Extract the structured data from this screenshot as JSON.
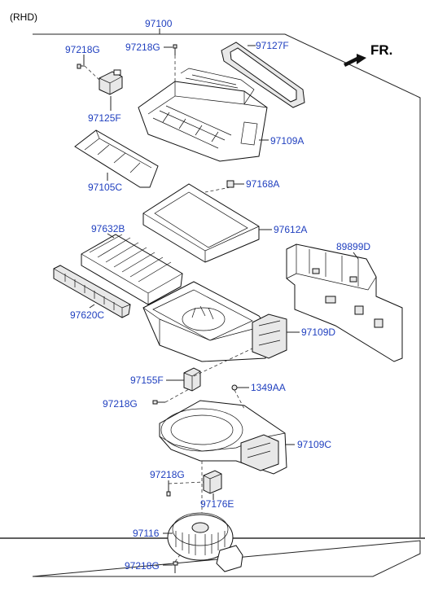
{
  "variant_note": "(RHD)",
  "direction_label": "FR.",
  "parts": {
    "assembly": "97100",
    "screw_top_left": "97218G",
    "screw_top_center": "97218G",
    "filter_cover_seal": "97127F",
    "actuator_top": "97125F",
    "intake_case_upper": "97109A",
    "intake_door": "97105C",
    "clip": "97168A",
    "filter_frame": "97612A",
    "cabin_filter": "97632B",
    "filter_cover": "97620C",
    "duct": "89899D",
    "intake_case_lower": "97109D",
    "actuator_mid": "97155F",
    "bolt": "1349AA",
    "screw_mid": "97218G",
    "blower_case": "97109C",
    "screw_lower": "97218G",
    "resistor": "97176E",
    "blower_motor": "97116",
    "screw_bottom": "97218G"
  }
}
